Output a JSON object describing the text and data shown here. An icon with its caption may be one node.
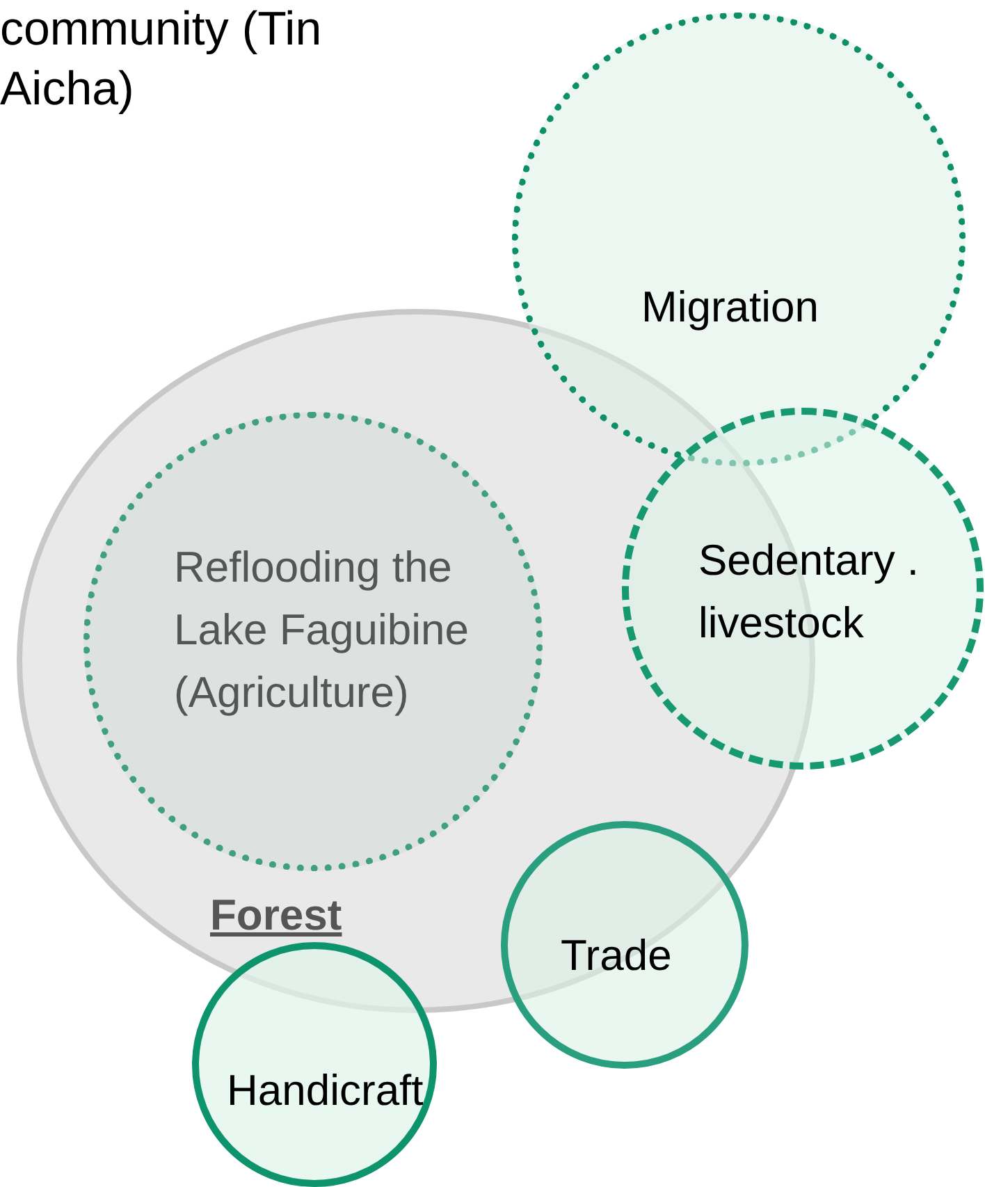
{
  "diagram": {
    "title": "community (Tin Aicha)",
    "nodes": [
      {
        "text": [
          "Forest"
        ]
      },
      {
        "text": [
          "Reflooding the Lake Faguibine (Agriculture)"
        ],
        "in": 0
      },
      {
        "text": [
          "Migration"
        ]
      },
      {
        "text": [
          "Sedentary . livestock"
        ]
      },
      {
        "text": [
          "Trade"
        ]
      },
      {
        "text": [
          "Handicraft"
        ]
      }
    ]
  }
}
